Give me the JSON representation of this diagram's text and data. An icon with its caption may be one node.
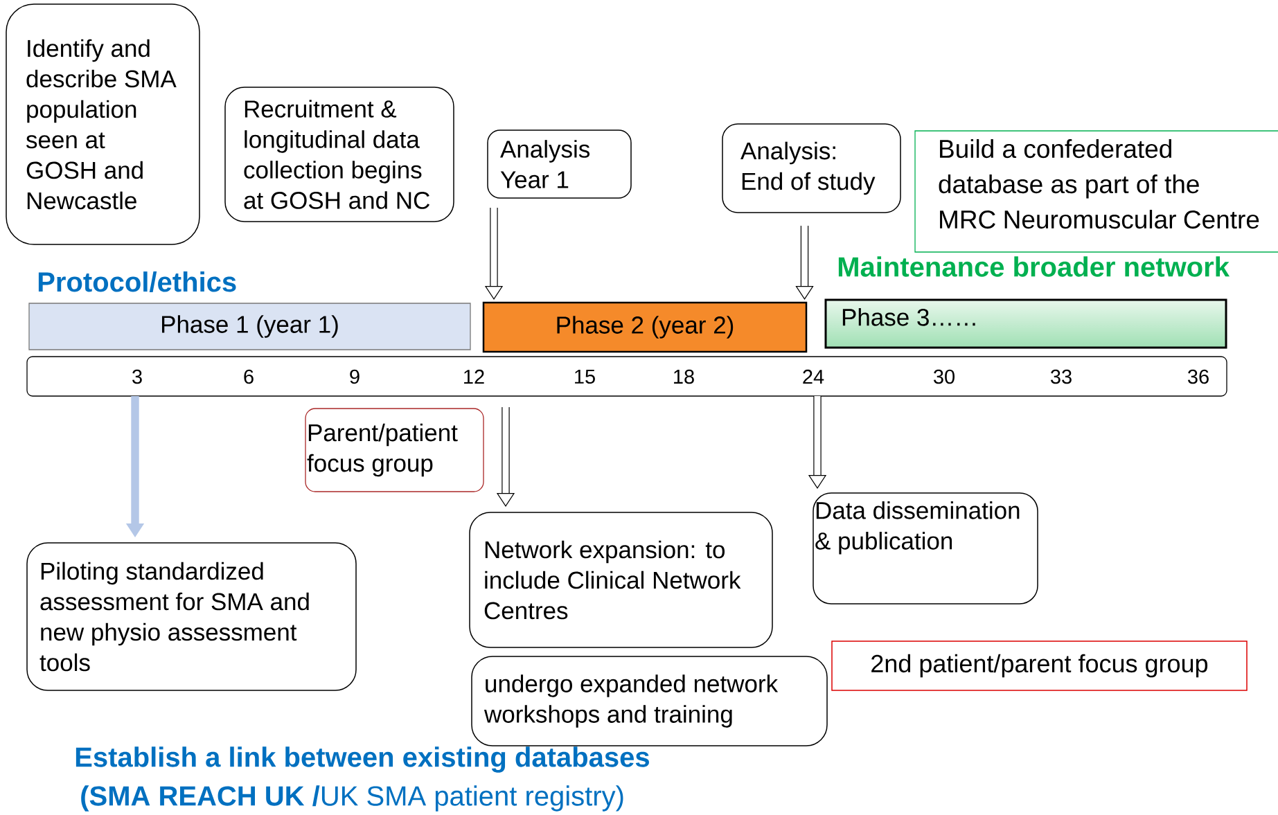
{
  "diagram": {
    "nodes": [
      {
        "text": [
          "Identify and describe SMA population seen at GOSH and Newcastle"
        ]
      },
      {
        "text": [
          "Recruitment  & longitudinal data collection begins at GOSH and NC"
        ]
      },
      {
        "text": [
          "Analysis Year 1"
        ]
      },
      {
        "text": [
          "Analysis: End of study"
        ]
      },
      {
        "text": [
          "Build a confederated database  as part of the MRC Neuromuscular Centre"
        ]
      },
      {
        "text": [
          "Phase 1 (year 1)"
        ]
      },
      {
        "text": [
          "Phase 2 (year 2)"
        ]
      },
      {
        "text": [
          "Phase 3……"
        ]
      },
      {
        "text": [],
        "shape": "bar"
      },
      {
        "text": [
          "Parent/patient focus group"
        ]
      },
      {
        "text": [
          "Piloting standardized assessment for SMA and new physio assessment tools"
        ]
      },
      {
        "text": [
          "Network expansion: to include Clinical Network Centres"
        ]
      },
      {
        "text": [
          "undergo expanded network workshops and training"
        ]
      },
      {
        "text": [
          "Data dissemination & publication"
        ]
      },
      {
        "text": [
          "2nd patient/parent focus group"
        ]
      }
    ],
    "edges": [
      {
        "from": 2,
        "to": 6,
        "arrow": "to"
      },
      {
        "from": 3,
        "to": 6,
        "arrow": "to"
      },
      {
        "from": 8,
        "to": 10,
        "arrow": "to",
        "color": "#b4c7e7"
      },
      {
        "from": 8,
        "to": 11,
        "arrow": "to"
      },
      {
        "from": 8,
        "to": 13,
        "arrow": "to"
      }
    ],
    "labels": [
      "Maintenance broader network",
      "Protocol/ethics",
      "3",
      "6",
      "9",
      "12",
      "15",
      "18",
      "24",
      "30",
      "33",
      "36",
      "Establish a link between existing databases",
      "**(SMA REACH UK /**UK SMA patient registry)"
    ]
  }
}
